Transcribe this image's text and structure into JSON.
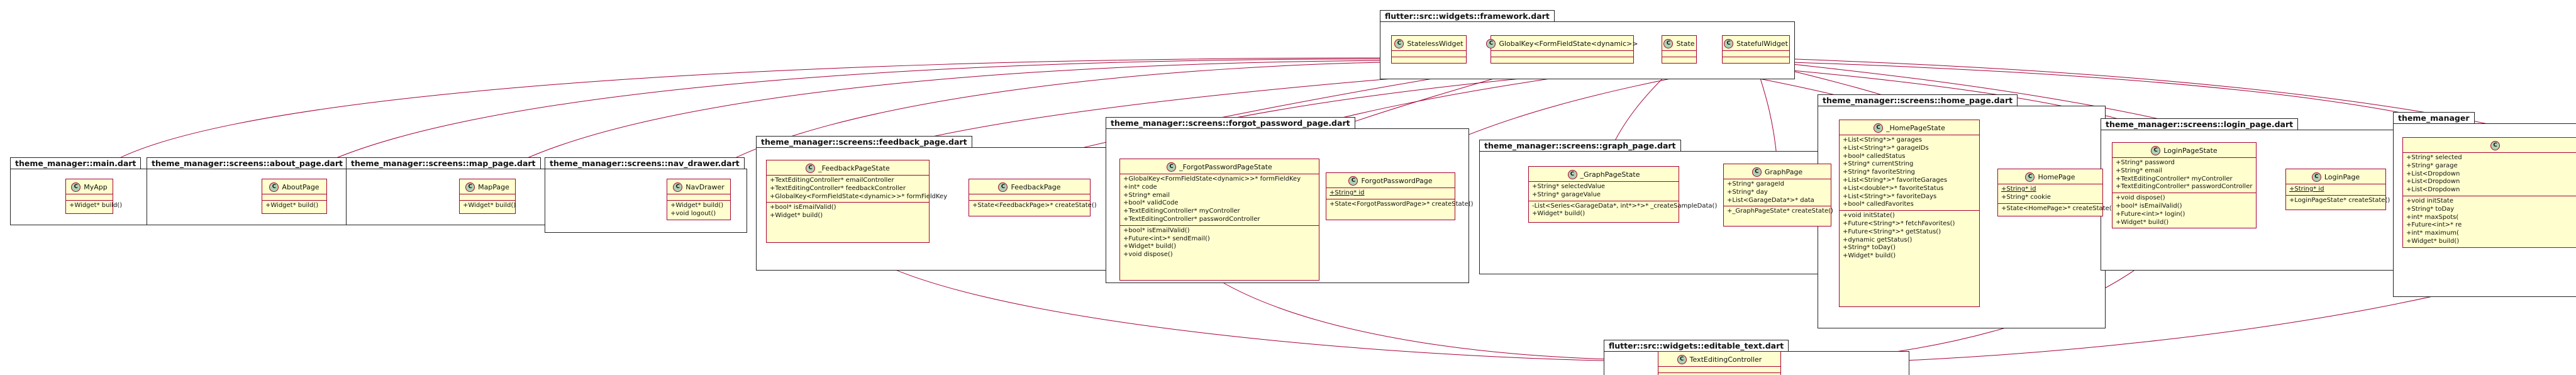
{
  "packages": [
    {
      "id": "p-framework",
      "title": "flutter::src::widgets::framework.dart"
    },
    {
      "id": "p-main",
      "title": "theme_manager::main.dart"
    },
    {
      "id": "p-about",
      "title": "theme_manager::screens::about_page.dart"
    },
    {
      "id": "p-map",
      "title": "theme_manager::screens::map_page.dart"
    },
    {
      "id": "p-nav",
      "title": "theme_manager::screens::nav_drawer.dart"
    },
    {
      "id": "p-feedback",
      "title": "theme_manager::screens::feedback_page.dart"
    },
    {
      "id": "p-forgot",
      "title": "theme_manager::screens::forgot_password_page.dart"
    },
    {
      "id": "p-graph",
      "title": "theme_manager::screens::graph_page.dart"
    },
    {
      "id": "p-home",
      "title": "theme_manager::screens::home_page.dart"
    },
    {
      "id": "p-login",
      "title": "theme_manager::screens::login_page.dart"
    },
    {
      "id": "p-next",
      "title": "theme_manager"
    },
    {
      "id": "p-editable",
      "title": "flutter::src::widgets::editable_text.dart"
    }
  ],
  "classes": [
    {
      "id": "StatelessWidget",
      "name": "StatelessWidget",
      "stereo": "C",
      "sections": []
    },
    {
      "id": "GlobalKey",
      "name": "GlobalKey<FormFieldState<dynamic>>",
      "stereo": "C",
      "sections": []
    },
    {
      "id": "State",
      "name": "State",
      "stereo": "C",
      "sections": []
    },
    {
      "id": "StatefulWidget",
      "name": "StatefulWidget",
      "stereo": "C",
      "sections": []
    },
    {
      "id": "MyApp",
      "name": "MyApp",
      "stereo": "C",
      "sections": [
        [],
        [
          "+Widget* build()"
        ]
      ]
    },
    {
      "id": "AboutPage",
      "name": "AboutPage",
      "stereo": "C",
      "sections": [
        [],
        [
          "+Widget* build()"
        ]
      ]
    },
    {
      "id": "MapPage",
      "name": "MapPage",
      "stereo": "C",
      "sections": [
        [],
        [
          "+Widget* build()"
        ]
      ]
    },
    {
      "id": "NavDrawer",
      "name": "NavDrawer",
      "stereo": "C",
      "sections": [
        [],
        [
          "+Widget* build()",
          "+void logout()"
        ]
      ]
    },
    {
      "id": "_FeedbackPageState",
      "name": "_FeedbackPageState",
      "stereo": "C",
      "sections": [
        [
          "+TextEditingController* emailController",
          "+TextEditingController* feedbackController",
          "+GlobalKey<FormFieldState<dynamic>>* formFieldKey"
        ],
        [
          "+bool* isEmailValid()",
          "+Widget* build()"
        ]
      ]
    },
    {
      "id": "FeedbackPage",
      "name": "FeedbackPage",
      "stereo": "C",
      "sections": [
        [],
        [
          "+State<FeedbackPage>* createState()"
        ]
      ]
    },
    {
      "id": "_ForgotPasswordPageState",
      "name": "_ForgotPasswordPageState",
      "stereo": "C",
      "sections": [
        [
          "+GlobalKey<FormFieldState<dynamic>>* formFieldKey",
          "+int* code",
          "+String* email",
          "+bool* validCode",
          "+TextEditingController* myController",
          "+TextEditingController* passwordController"
        ],
        [
          "+bool* isEmailValid()",
          "+Future<int>* sendEmail()",
          "+Widget* build()",
          "+void dispose()"
        ]
      ]
    },
    {
      "id": "ForgotPasswordPage",
      "name": "ForgotPasswordPage",
      "stereo": "C",
      "sections": [
        [
          {
            "t": "+String* id",
            "static": true
          }
        ],
        [
          "+State<ForgotPasswordPage>* createState()"
        ]
      ]
    },
    {
      "id": "_GraphPageState",
      "name": "_GraphPageState",
      "stereo": "C",
      "sections": [
        [
          "+String* selectedValue",
          "+String* garageValue"
        ],
        [
          "-List<Series<GarageData*, int*>*>* _createSampleData()",
          "+Widget* build()"
        ]
      ]
    },
    {
      "id": "GraphPage",
      "name": "GraphPage",
      "stereo": "C",
      "sections": [
        [
          "+String* garageId",
          "+String* day",
          "+List<GarageData*>* data"
        ],
        [
          "+_GraphPageState* createState()"
        ]
      ]
    },
    {
      "id": "_HomePageState",
      "name": "_HomePageState",
      "stereo": "C",
      "sections": [
        [
          "+List<String*>* garages",
          "+List<String*>* garageIDs",
          "+bool* calledStatus",
          "+String* currentString",
          "+String* favoriteString",
          "+List<String*>* favoriteGarages",
          "+List<double*>* favoriteStatus",
          "+List<String*>* favoriteDays",
          "+bool* calledFavorites"
        ],
        [
          "+void initState()",
          "+Future<String*>* fetchFavorites()",
          "+Future<String*>* getStatus()",
          "+dynamic getStatus()",
          "+String* toDay()",
          "+Widget* build()"
        ]
      ]
    },
    {
      "id": "HomePage",
      "name": "HomePage",
      "stereo": "C",
      "sections": [
        [
          {
            "t": "+String* id",
            "static": true
          },
          "+String* cookie"
        ],
        [
          "+State<HomePage>* createState()"
        ]
      ]
    },
    {
      "id": "LoginPageState",
      "name": "LoginPageState",
      "stereo": "C",
      "sections": [
        [
          "+String* password",
          "+String* email",
          "+TextEditingController* myController",
          "+TextEditingController* passwordController"
        ],
        [
          "+void dispose()",
          "+bool* isEmailValid()",
          "+Future<int>* login()",
          "+Widget* build()"
        ]
      ]
    },
    {
      "id": "LoginPage",
      "name": "LoginPage",
      "stereo": "C",
      "sections": [
        [
          {
            "t": "+String* id",
            "static": true
          }
        ],
        [
          "+LoginPageState* createState()"
        ]
      ]
    },
    {
      "id": "NextState",
      "name": "",
      "stereo": "C",
      "sections": [
        [
          "+String* selected",
          "+String* garage",
          "+List<Dropdown",
          "+List<Dropdown",
          "+List<Dropdown"
        ],
        [
          "+void initState",
          "+String* toDay",
          "+int* maxSpots(",
          "+Future<int>* re",
          "+int* maximum(",
          "+Widget* build()"
        ]
      ]
    },
    {
      "id": "TextEditingController",
      "name": "TextEditingController",
      "stereo": "C",
      "sections": []
    }
  ]
}
